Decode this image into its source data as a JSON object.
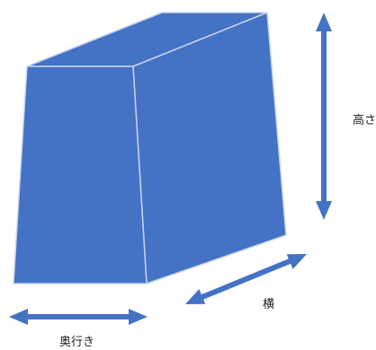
{
  "colors": {
    "box_fill": "#4472c4",
    "box_edge": "#c6d3ee",
    "arrow": "#4472c4"
  },
  "labels": {
    "height": "高さ",
    "width": "横",
    "depth": "奥行き"
  }
}
